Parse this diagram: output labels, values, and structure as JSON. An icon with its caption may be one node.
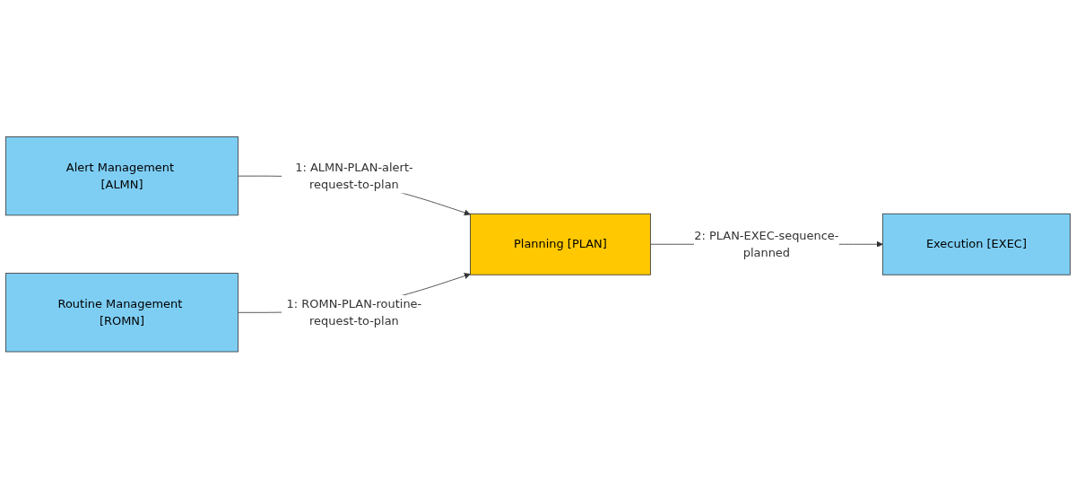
{
  "diagram": {
    "nodes": [
      {
        "text": [
          "Alert Management [ALMN]"
        ]
      },
      {
        "text": [
          "Planning [PLAN]"
        ]
      },
      {
        "text": [
          "Execution [EXEC]"
        ]
      },
      {
        "text": [
          "Routine Management [ROMN]"
        ]
      }
    ],
    "edges": [
      {
        "from": 0,
        "to": 1,
        "arrow": "to",
        "label": "1: ALMN-PLAN-alert-request-to-plan"
      },
      {
        "from": 1,
        "to": 2,
        "arrow": "to",
        "label": "2: PLAN-EXEC-sequence-planned"
      },
      {
        "from": 3,
        "to": 1,
        "arrow": "to",
        "label": "1: ROMN-PLAN-routine-request-to-plan"
      }
    ]
  }
}
